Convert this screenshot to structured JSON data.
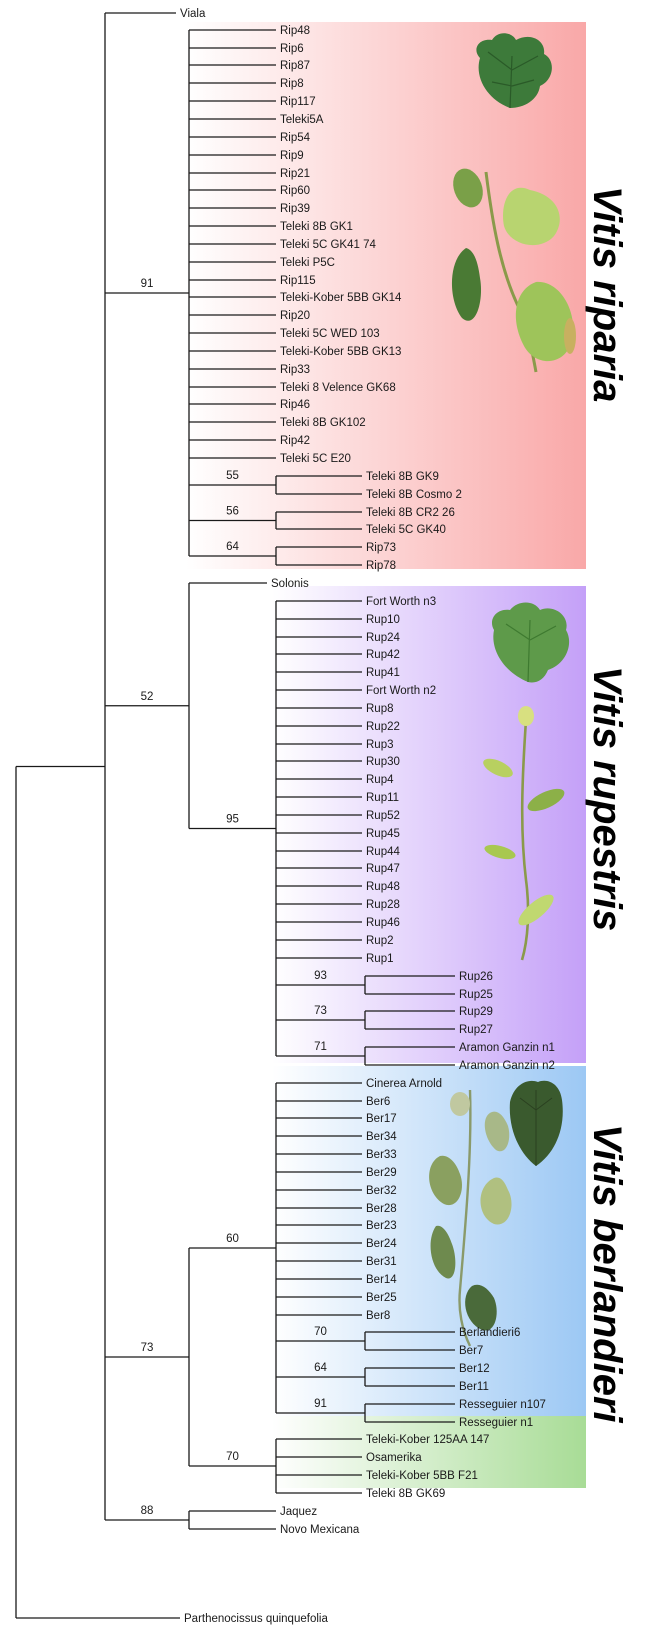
{
  "clades": {
    "riparia": "Vitis riparia",
    "rupestris": "Vitis rupestris",
    "berlandieri": "Vitis berlandieri"
  },
  "colors": {
    "riparia": "#f9a8a8",
    "rupestris": "#c4a0f8",
    "berlandieri": "#9cc8f4",
    "teleki_group": "#a8dc96"
  },
  "icons": [
    "grape-leaf-icon",
    "grape-shoot-icon"
  ],
  "leaves": {
    "viala": "Viala",
    "rip48": "Rip48",
    "rip6": "Rip6",
    "rip87": "Rip87",
    "rip8": "Rip8",
    "rip117": "Rip117",
    "teleki5a": "Teleki5A",
    "rip54": "Rip54",
    "rip9": "Rip9",
    "rip21": "Rip21",
    "rip60": "Rip60",
    "rip39": "Rip39",
    "t8b_gk1": "Teleki 8B GK1",
    "t5c_gk41": "Teleki 5C GK41 74",
    "tp5c": "Teleki P5C",
    "rip115": "Rip115",
    "tk5bb_gk14": "Teleki-Kober 5BB GK14",
    "rip20": "Rip20",
    "t5c_wed": "Teleki 5C WED 103",
    "tk5bb_gk13": "Teleki-Kober 5BB GK13",
    "rip33": "Rip33",
    "t8_vel": "Teleki 8 Velence GK68",
    "rip46": "Rip46",
    "t8b_gk102": "Teleki 8B GK102",
    "rip42": "Rip42",
    "t5c_e20": "Teleki 5C E20",
    "t8b_gk9": "Teleki 8B GK9",
    "t8b_cosmo": "Teleki 8B Cosmo 2",
    "t8b_cr2": "Teleki 8B CR2 26",
    "t5c_gk40": "Teleki 5C GK40",
    "rip73": "Rip73",
    "rip78": "Rip78",
    "solonis": "Solonis",
    "fw_n3": "Fort Worth n3",
    "rup10": "Rup10",
    "rup24": "Rup24",
    "rup42": "Rup42",
    "rup41": "Rup41",
    "fw_n2": "Fort Worth n2",
    "rup8": "Rup8",
    "rup22": "Rup22",
    "rup3": "Rup3",
    "rup30": "Rup30",
    "rup4": "Rup4",
    "rup11": "Rup11",
    "rup52": "Rup52",
    "rup45": "Rup45",
    "rup44": "Rup44",
    "rup47": "Rup47",
    "rup48": "Rup48",
    "rup28": "Rup28",
    "rup46": "Rup46",
    "rup2": "Rup2",
    "rup1": "Rup1",
    "rup26": "Rup26",
    "rup25": "Rup25",
    "rup29": "Rup29",
    "rup27": "Rup27",
    "aram_n1": "Aramon Ganzin n1",
    "aram_n2": "Aramon Ganzin n2",
    "cinerea": "Cinerea Arnold",
    "ber6": "Ber6",
    "ber17": "Ber17",
    "ber34": "Ber34",
    "ber33": "Ber33",
    "ber29": "Ber29",
    "ber32": "Ber32",
    "ber28": "Ber28",
    "ber23": "Ber23",
    "ber24": "Ber24",
    "ber31": "Ber31",
    "ber14": "Ber14",
    "ber25": "Ber25",
    "ber8": "Ber8",
    "berl6": "Berlandieri6",
    "ber7": "Ber7",
    "ber12": "Ber12",
    "ber11": "Ber11",
    "res107": "Resseguier n107",
    "res1": "Resseguier n1",
    "tk125": "Teleki-Kober 125AA 147",
    "osam": "Osamerika",
    "tk5bb_f21": "Teleki-Kober 5BB F21",
    "t8b_gk69": "Teleki 8B GK69",
    "jaquez": "Jaquez",
    "novo": "Novo Mexicana",
    "parth": "Parthenocissus quinquefolia"
  },
  "bootstrap": {
    "riparia": "91",
    "r55": "55",
    "r56": "56",
    "r64": "64",
    "rup_outer": "52",
    "rup_inner": "95",
    "r93": "93",
    "r73": "73",
    "r71": "71",
    "ber_outer": "73",
    "ber_inner": "60",
    "b70": "70",
    "b64": "64",
    "b91": "91",
    "teleki_group": "70",
    "jaquez": "88"
  }
}
